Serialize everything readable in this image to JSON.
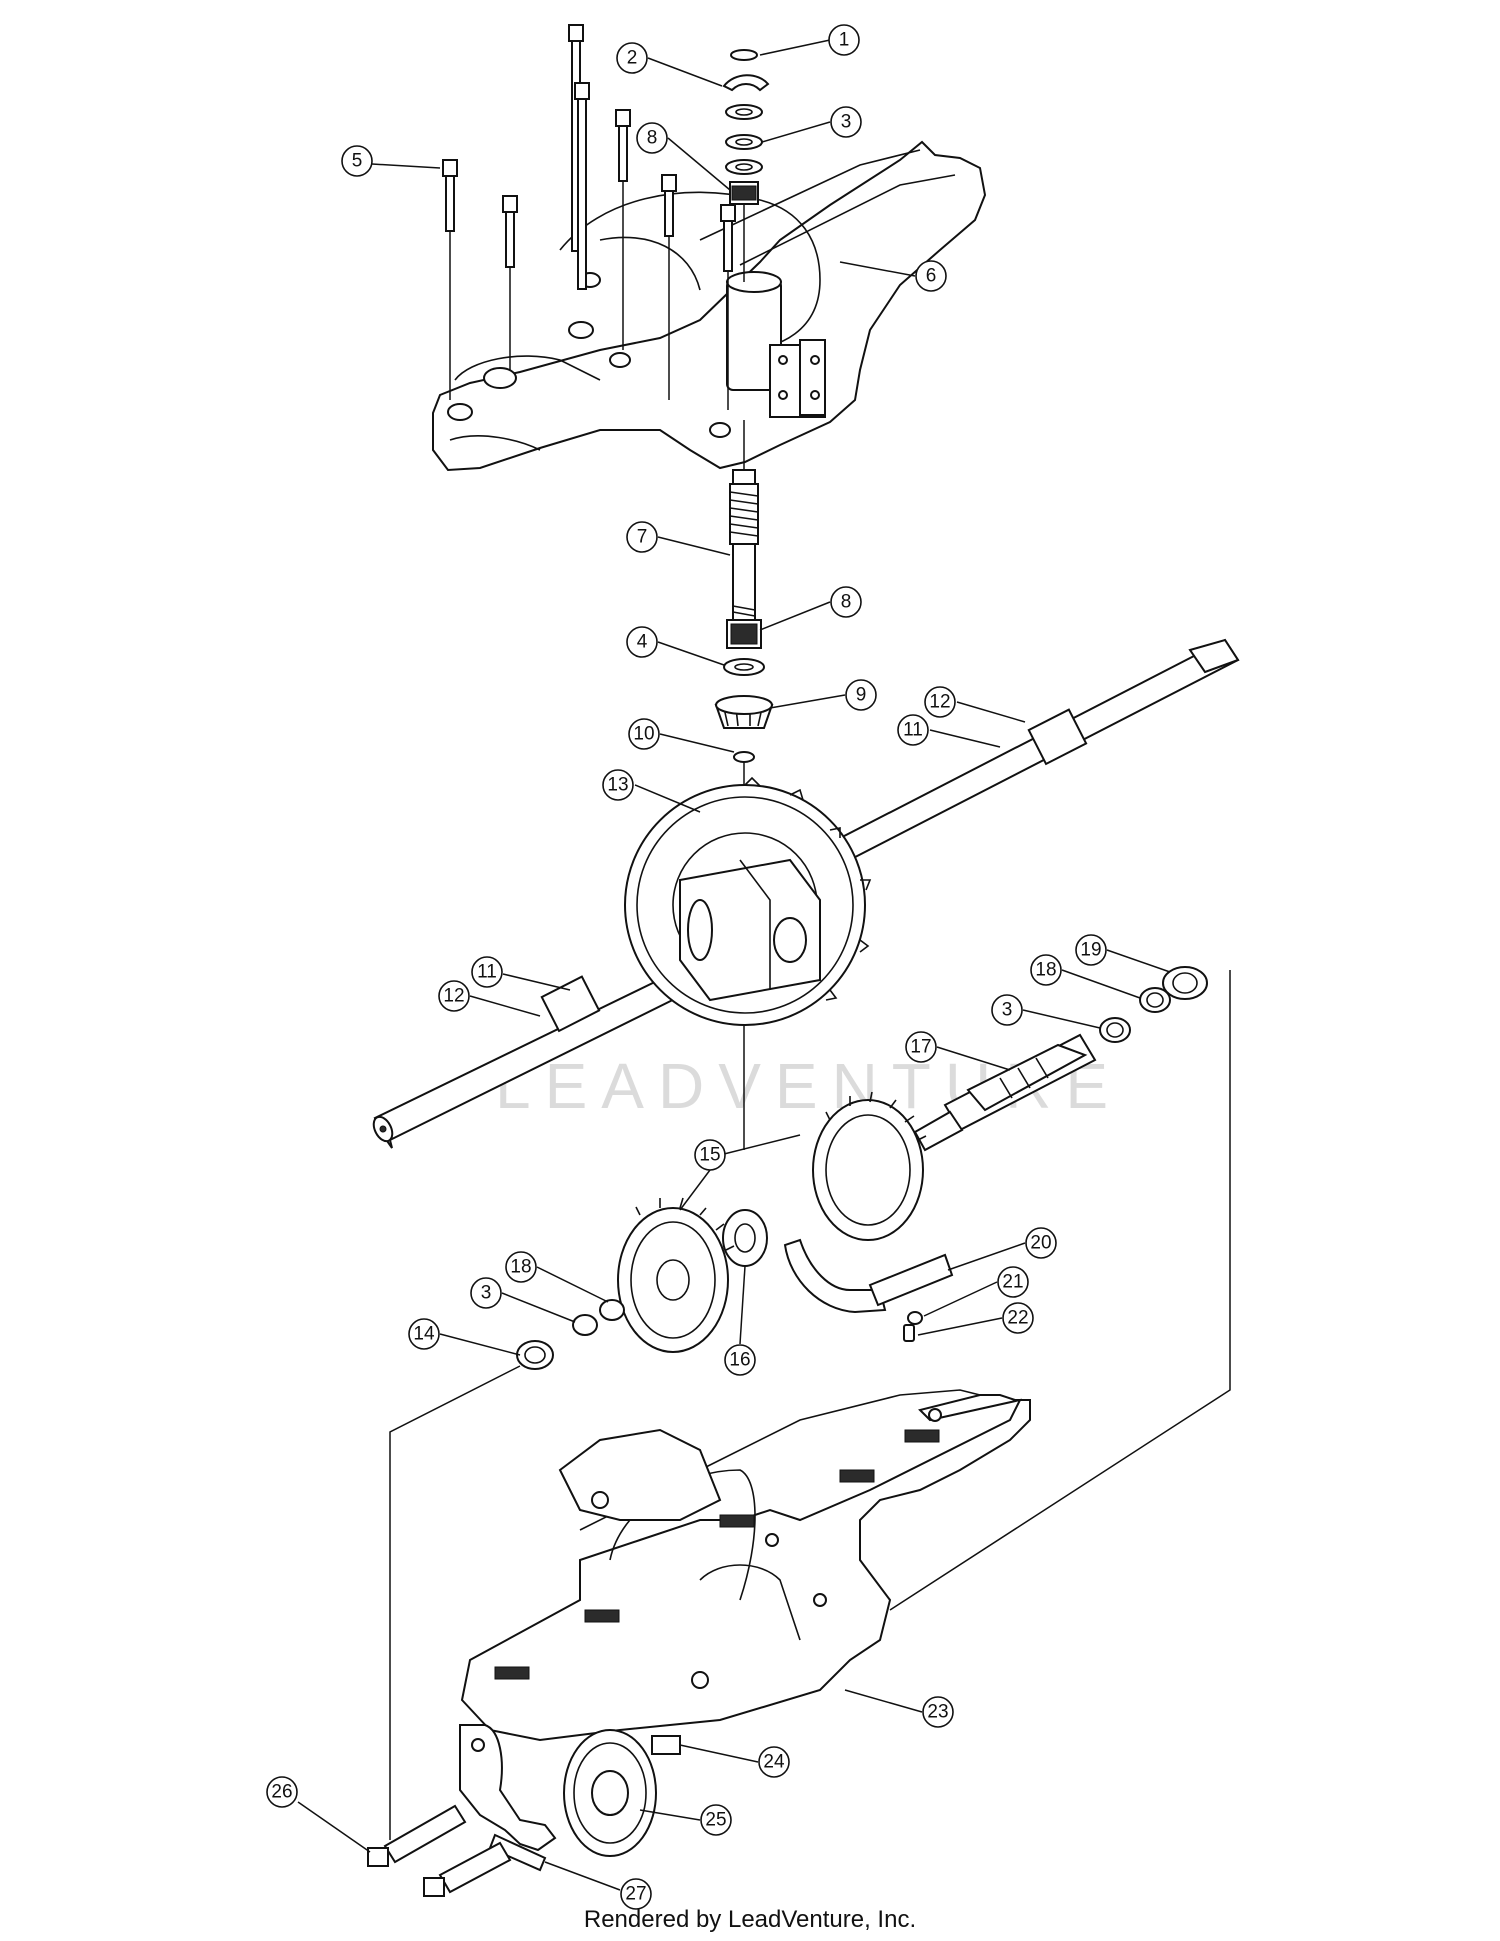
{
  "diagram": {
    "watermark": "LEADVENTURE",
    "footer_text": "Rendered by LeadVenture, Inc.",
    "callouts": [
      {
        "id": "c1",
        "label": "1"
      },
      {
        "id": "c2",
        "label": "2"
      },
      {
        "id": "c3a",
        "label": "3"
      },
      {
        "id": "c8a",
        "label": "8"
      },
      {
        "id": "c5",
        "label": "5"
      },
      {
        "id": "c6",
        "label": "6"
      },
      {
        "id": "c7",
        "label": "7"
      },
      {
        "id": "c8b",
        "label": "8"
      },
      {
        "id": "c4",
        "label": "4"
      },
      {
        "id": "c9",
        "label": "9"
      },
      {
        "id": "c10",
        "label": "10"
      },
      {
        "id": "c12a",
        "label": "12"
      },
      {
        "id": "c11a",
        "label": "11"
      },
      {
        "id": "c13",
        "label": "13"
      },
      {
        "id": "c11b",
        "label": "11"
      },
      {
        "id": "c12b",
        "label": "12"
      },
      {
        "id": "c19",
        "label": "19"
      },
      {
        "id": "c18a",
        "label": "18"
      },
      {
        "id": "c3b",
        "label": "3"
      },
      {
        "id": "c17",
        "label": "17"
      },
      {
        "id": "c15",
        "label": "15"
      },
      {
        "id": "c20",
        "label": "20"
      },
      {
        "id": "c21",
        "label": "21"
      },
      {
        "id": "c22",
        "label": "22"
      },
      {
        "id": "c18b",
        "label": "18"
      },
      {
        "id": "c3c",
        "label": "3"
      },
      {
        "id": "c14",
        "label": "14"
      },
      {
        "id": "c16",
        "label": "16"
      },
      {
        "id": "c23",
        "label": "23"
      },
      {
        "id": "c24",
        "label": "24"
      },
      {
        "id": "c25",
        "label": "25"
      },
      {
        "id": "c26",
        "label": "26"
      },
      {
        "id": "c27",
        "label": "27"
      }
    ]
  }
}
